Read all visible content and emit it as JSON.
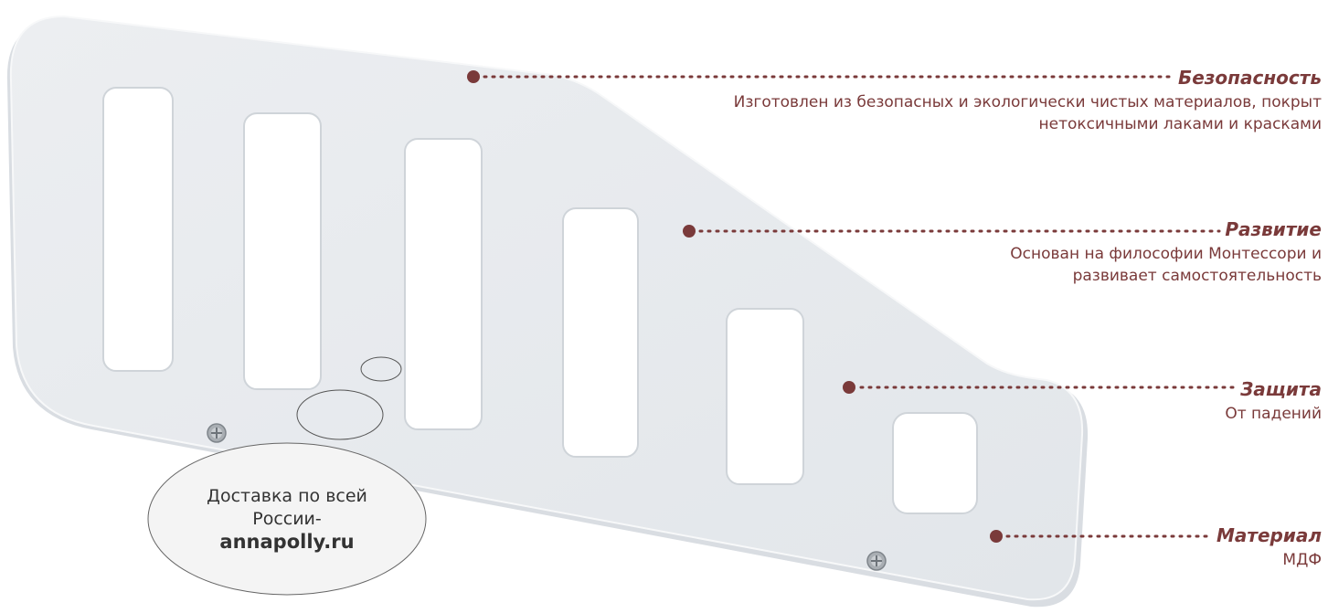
{
  "features": {
    "safety": {
      "title": "Безопасность",
      "desc_line1": "Изготовлен из безопасных и экологически чистых материалов, покрыт",
      "desc_line2": "нетоксичными лаками и красками"
    },
    "development": {
      "title": "Развитие",
      "desc_line1": "Основан на философии Монтессори и",
      "desc_line2": "развивает самостоятельность"
    },
    "protection": {
      "title": "Защита",
      "desc_line1": "От падений"
    },
    "material": {
      "title": "Материал",
      "desc_line1": "МДФ"
    }
  },
  "delivery": {
    "line1": "Доставка по всей",
    "line2": "России-",
    "site": "annapolly.ru"
  },
  "colors": {
    "accent": "#7a3a3a",
    "board": "#e9ecef",
    "board_edge": "#ffffff"
  }
}
